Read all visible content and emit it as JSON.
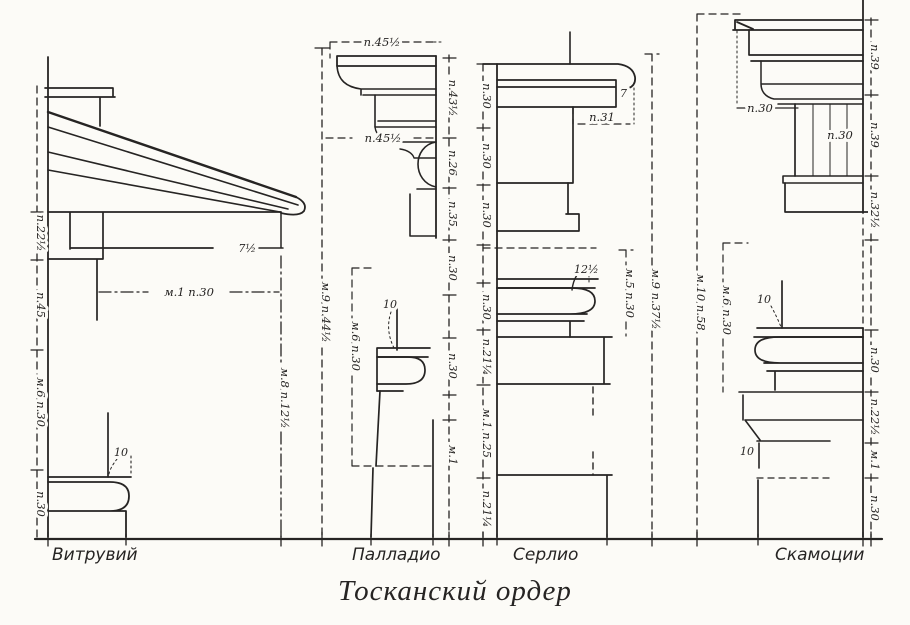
{
  "figure": {
    "caption": "Тосканский ордер",
    "colors": {
      "ink": "#262423",
      "paper": "#fcfbf7"
    },
    "vitruvius": {
      "name": "Витрувий",
      "left_dims": [
        "п.22½",
        "п.45",
        "м.6 п.30",
        "п.30"
      ],
      "width_dim": "м.1 п.30",
      "cornice_drop_dim": "7½",
      "height_dim": "м.8 п.12½",
      "apophyge_dim": "10"
    },
    "palladio": {
      "name": "Палладио",
      "top_width_dim": "п.45½",
      "mid_width_dim": "п.45½",
      "right_dims": [
        "п.43½",
        "п.26",
        "п.35",
        "п.30",
        "п.30",
        "м.1"
      ],
      "height_dim": "м.9 п.44½",
      "capital_bracket_dim": "м.6 п.30",
      "apophyge_dim": "10"
    },
    "serlio": {
      "name": "Серлио",
      "left_dims": [
        "п.30",
        "п.30",
        "п.30",
        "п.30",
        "п.21¼",
        "м.1 п.25",
        "п.21¼"
      ],
      "corona_width_dim": "п.31",
      "cyma_dim": "7",
      "capital_dim": "12½",
      "capital_bracket_dim": "м.5 п.30",
      "height_dim": "м.9 п.37½"
    },
    "scamozzi": {
      "name": "Скамоции",
      "height_dim": "м.10 п.58",
      "capital_bracket_dim": "м.6 п.30",
      "cornice_width_dim": "п.30",
      "frieze_dim": "п.30",
      "right_dims": [
        "п.39",
        "п.39",
        "п.32½",
        "п.30",
        "п.22½",
        "м.1",
        "п.30"
      ],
      "apophyge_top_dim": "10",
      "apophyge_bottom_dim": "10"
    }
  }
}
